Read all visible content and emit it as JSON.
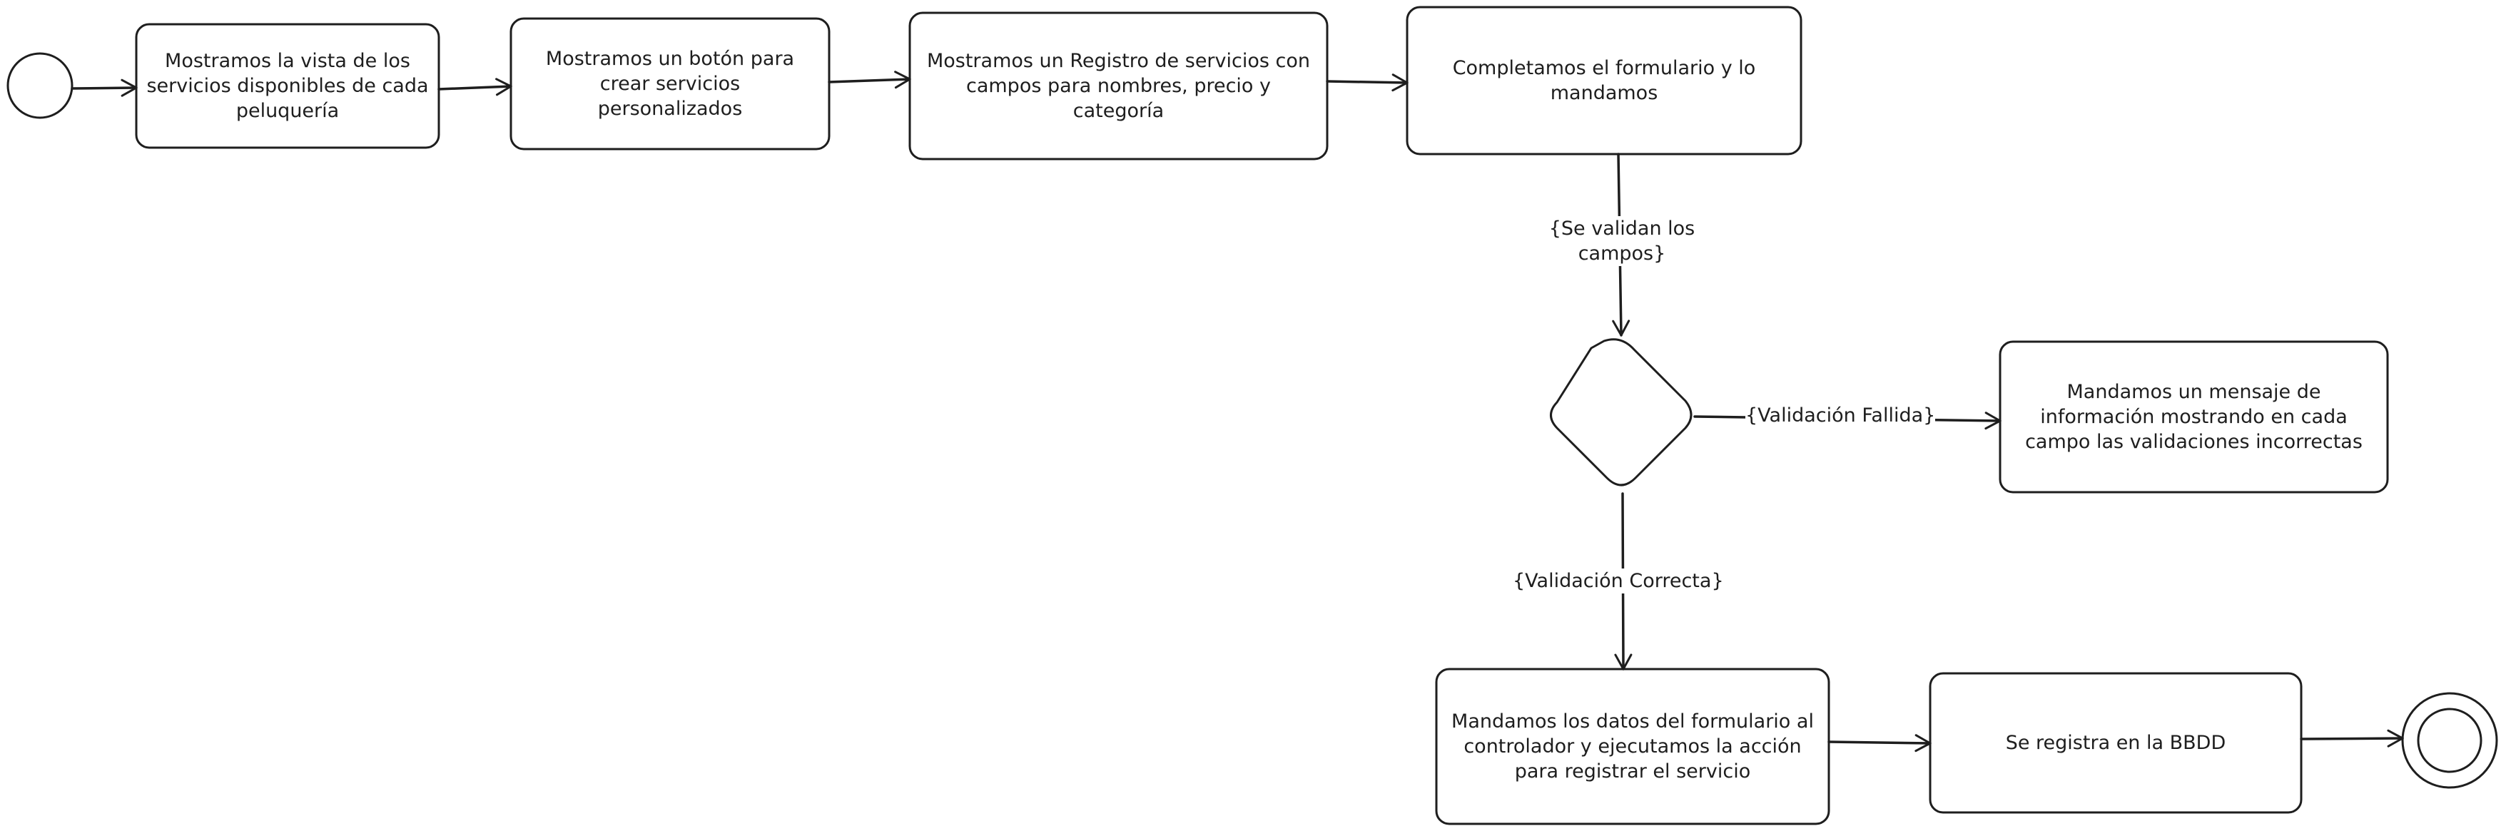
{
  "colors": {
    "stroke": "#1e1e1e",
    "background": "#ffffff"
  },
  "nodes": {
    "n1": "Mostramos la vista de los servicios disponibles de cada peluquería",
    "n2": "Mostramos un botón para crear servicios personalizados",
    "n3": "Mostramos un Registro de servicios con campos para nombres, precio y categoría",
    "n4": "Completamos el formulario y lo mandamos",
    "n5": "Mandamos un mensaje de información mostrando en cada campo las validaciones incorrectas",
    "n6": "Mandamos los datos del formulario al controlador y ejecutamos la acción para registrar el servicio",
    "n7": "Se registra en la BBDD"
  },
  "edge_labels": {
    "validate": "{Se validan los campos}",
    "failed": "{Validación Fallida}",
    "correct": "{Validación Correcta}"
  }
}
